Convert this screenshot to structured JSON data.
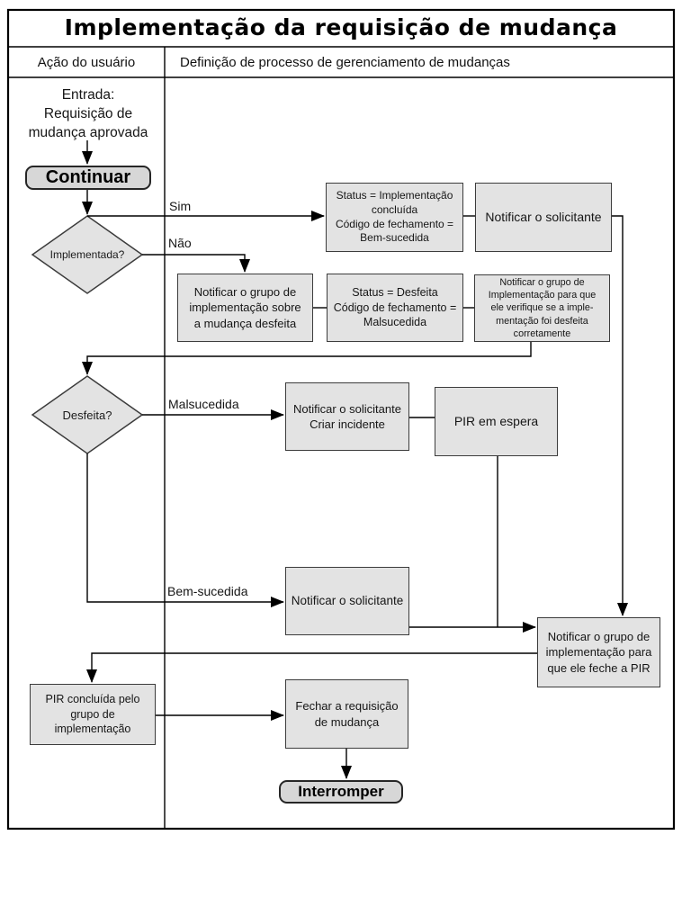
{
  "title": "Implementação da requisição de mudança",
  "lanes": {
    "left_header": "Ação do usuário",
    "right_header": "Definição de processo de gerenciamento de mudanças"
  },
  "nodes": {
    "entrada": "Entrada:\nRequisição de\nmudança aprovada",
    "continuar": "Continuar",
    "implementada": "Implementada?",
    "status_concluida": "Status = Implementação\nconcluída\nCódigo de fechamento =\nBem-sucedida",
    "notificar_solicitante_1": "Notificar o solicitante",
    "notificar_grupo_desfeita": "Notificar o grupo de\nimplementação sobre\na mudança desfeita",
    "status_desfeita": "Status = Desfeita\nCódigo de fechamento =\nMalsucedida",
    "verificar_desfeita": "Notificar o grupo de\nImplementação para que\nele verifique se a imple-\nmentação foi desfeita\ncorretamente",
    "desfeita": "Desfeita?",
    "notificar_criar_incidente": "Notificar o solicitante\nCriar incidente",
    "pir_em_espera": "PIR em espera",
    "notificar_solicitante_2": "Notificar o solicitante",
    "feche_pir": "Notificar o grupo de\nimplementação para\nque ele feche a PIR",
    "pir_concluida": "PIR concluída pelo\ngrupo de\nimplementação",
    "fechar_requisicao": "Fechar a requisição\nde mudança",
    "interromper": "Interromper"
  },
  "edge_labels": {
    "sim": "Sim",
    "nao": "Não",
    "malsucedida": "Malsucedida",
    "bem_sucedida": "Bem-sucedida"
  },
  "colors": {
    "node_fill": "#e3e3e3",
    "node_border": "#3c3c3c",
    "terminator_fill": "#d7d7d7",
    "line": "#000000"
  }
}
